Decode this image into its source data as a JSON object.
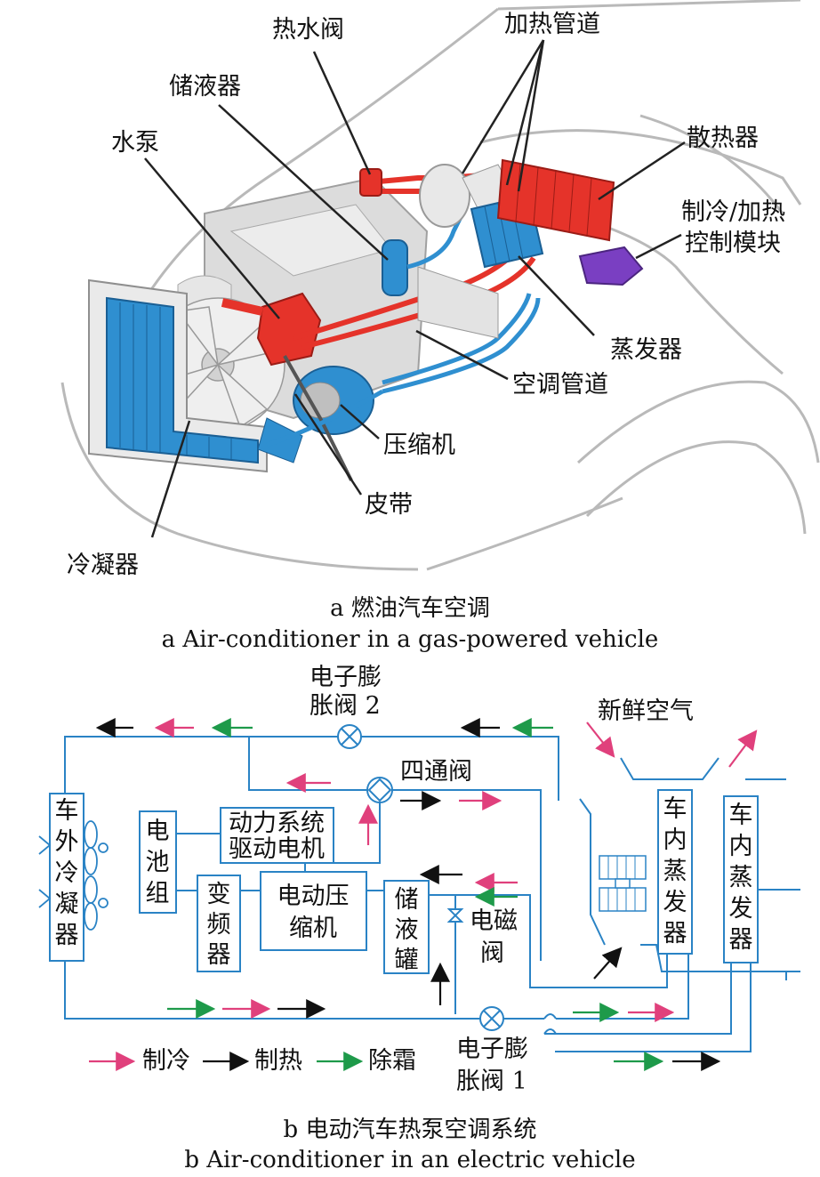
{
  "figure_a": {
    "labels": {
      "hot_water_valve": "热水阀",
      "heating_duct": "加热管道",
      "accumulator": "储液器",
      "water_pump": "水泵",
      "radiator": "散热器",
      "control_module_1": "制冷/加热",
      "control_module_2": "控制模块",
      "evaporator": "蒸发器",
      "ac_duct": "空调管道",
      "compressor": "压缩机",
      "belt": "皮带",
      "condenser": "冷凝器"
    },
    "caption_cn": "a  燃油汽车空调",
    "caption_en": "a  Air-conditioner in a gas-powered vehicle"
  },
  "figure_b": {
    "fresh_air": "新鲜空气",
    "eev2_1": "电子膨",
    "eev2_2": "胀阀 2",
    "four_way_valve": "四通阀",
    "outdoor_condenser": [
      "车",
      "外",
      "冷",
      "凝",
      "器"
    ],
    "battery": [
      "电",
      "池",
      "组"
    ],
    "motor_1": "动力系统",
    "motor_2": "驱动电机",
    "inverter": [
      "变",
      "频",
      "器"
    ],
    "ecompressor_1": "电动压",
    "ecompressor_2": "缩机",
    "receiver_tank": [
      "储",
      "液",
      "罐"
    ],
    "solenoid_valve": [
      "电磁",
      "阀"
    ],
    "indoor_evap_1": [
      "车",
      "内",
      "蒸",
      "发",
      "器"
    ],
    "indoor_evap_2": [
      "车",
      "内",
      "蒸",
      "发",
      "器"
    ],
    "eev1_1": "电子膨",
    "eev1_2": "胀阀 1",
    "legend": {
      "cooling": "制冷",
      "heating": "制热",
      "defrost": "除霜"
    },
    "caption_cn": "b  电动汽车热泵空调系统",
    "caption_en": "b  Air-conditioner in an electric vehicle"
  },
  "colors": {
    "pipe_blue": "#2a83c5",
    "refrigerant_blue": "#2f8fd0",
    "heating_red": "#e5332a",
    "control_purple": "#7a3fc2",
    "cooling_arrow": "#e0407c",
    "heating_arrow": "#111111",
    "defrost_arrow": "#1e9a4a"
  }
}
